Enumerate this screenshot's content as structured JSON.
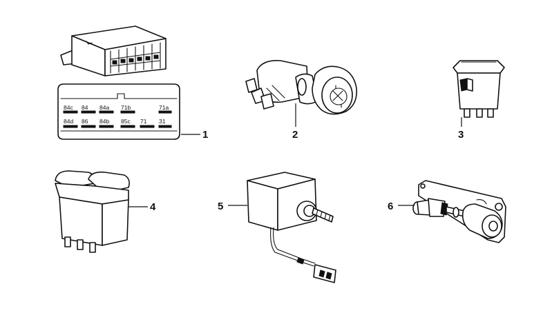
{
  "colors": {
    "ink": "#111111",
    "background": "#ffffff"
  },
  "parts": [
    {
      "number": "1",
      "icon": "relay-icon"
    },
    {
      "number": "2",
      "icon": "ignition-switch-icon"
    },
    {
      "number": "3",
      "icon": "rocker-switch-icon"
    },
    {
      "number": "4",
      "icon": "push-switch-icon"
    },
    {
      "number": "5",
      "icon": "actuator-icon"
    },
    {
      "number": "6",
      "icon": "solenoid-icon"
    }
  ],
  "relay_terminals": {
    "top_row": [
      "84c",
      "84",
      "84a",
      "71b",
      "71a"
    ],
    "bottom_row": [
      "84d",
      "86",
      "84b",
      "85c",
      "71",
      "31"
    ]
  }
}
